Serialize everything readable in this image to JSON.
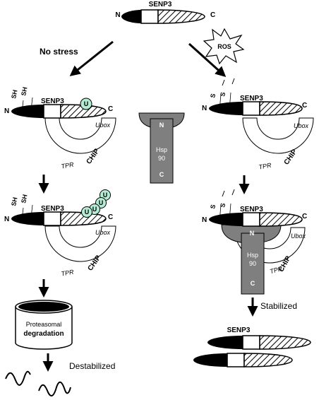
{
  "colors": {
    "black": "#000000",
    "white": "#ffffff",
    "hsp90": "#7f7f7f",
    "ubiquitin": "#b3ecd3",
    "hatch": "#000000"
  },
  "icons": [
    "ros-burst-icon",
    "proteasome-cylinder-icon",
    "peptide-fragment-icon",
    "ubiquitin-icon"
  ],
  "labels": {
    "senp3": "SENP3",
    "n": "N",
    "c": "C",
    "sh": "SH",
    "s": "S",
    "ubox": "Ubox",
    "chip": "CHIP",
    "tpr": "TPR",
    "u": "U",
    "hsp": "Hsp",
    "ninety": "90",
    "no_stress": "No stress",
    "ros": "ROS",
    "stabilized": "Stabilized",
    "destabilized": "Destabilized",
    "proteasomal": "Proteasomal",
    "degradation": "degradation"
  }
}
